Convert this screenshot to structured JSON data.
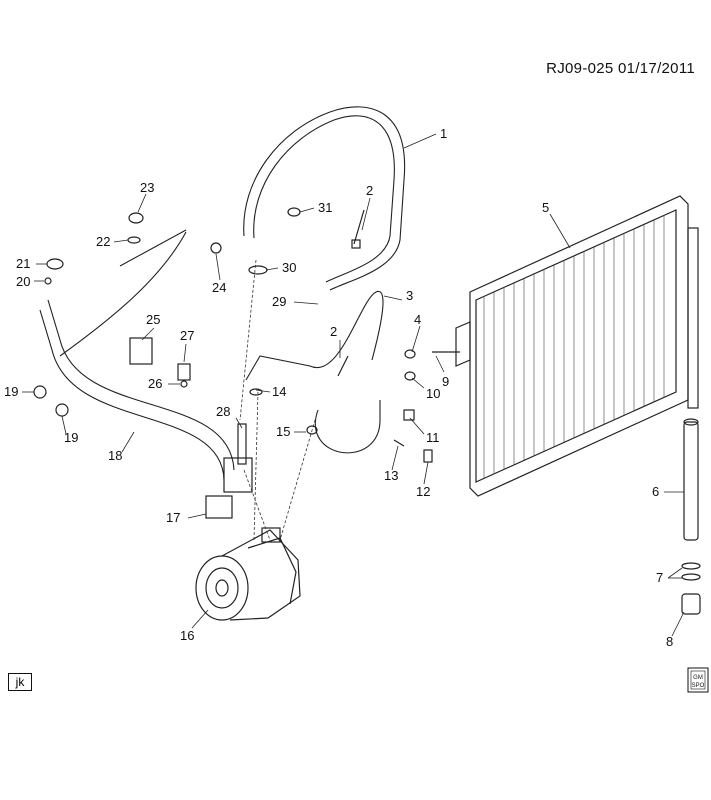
{
  "header": {
    "code": "RJ09-025",
    "date": "01/17/2011"
  },
  "footer": {
    "left_tag": "jk",
    "right_icon": "gm-spo-logo",
    "right_icon_text": "GM SPO"
  },
  "callouts": [
    {
      "n": "1"
    },
    {
      "n": "2"
    },
    {
      "n": "3"
    },
    {
      "n": "4"
    },
    {
      "n": "5"
    },
    {
      "n": "6"
    },
    {
      "n": "7"
    },
    {
      "n": "8"
    },
    {
      "n": "9"
    },
    {
      "n": "10"
    },
    {
      "n": "11"
    },
    {
      "n": "12"
    },
    {
      "n": "13"
    },
    {
      "n": "14"
    },
    {
      "n": "15"
    },
    {
      "n": "16"
    },
    {
      "n": "17"
    },
    {
      "n": "18"
    },
    {
      "n": "19"
    },
    {
      "n": "19"
    },
    {
      "n": "20"
    },
    {
      "n": "21"
    },
    {
      "n": "22"
    },
    {
      "n": "23"
    },
    {
      "n": "24"
    },
    {
      "n": "25"
    },
    {
      "n": "26"
    },
    {
      "n": "27"
    },
    {
      "n": "28"
    },
    {
      "n": "29"
    },
    {
      "n": "30"
    },
    {
      "n": "31"
    },
    {
      "n": "2"
    }
  ]
}
